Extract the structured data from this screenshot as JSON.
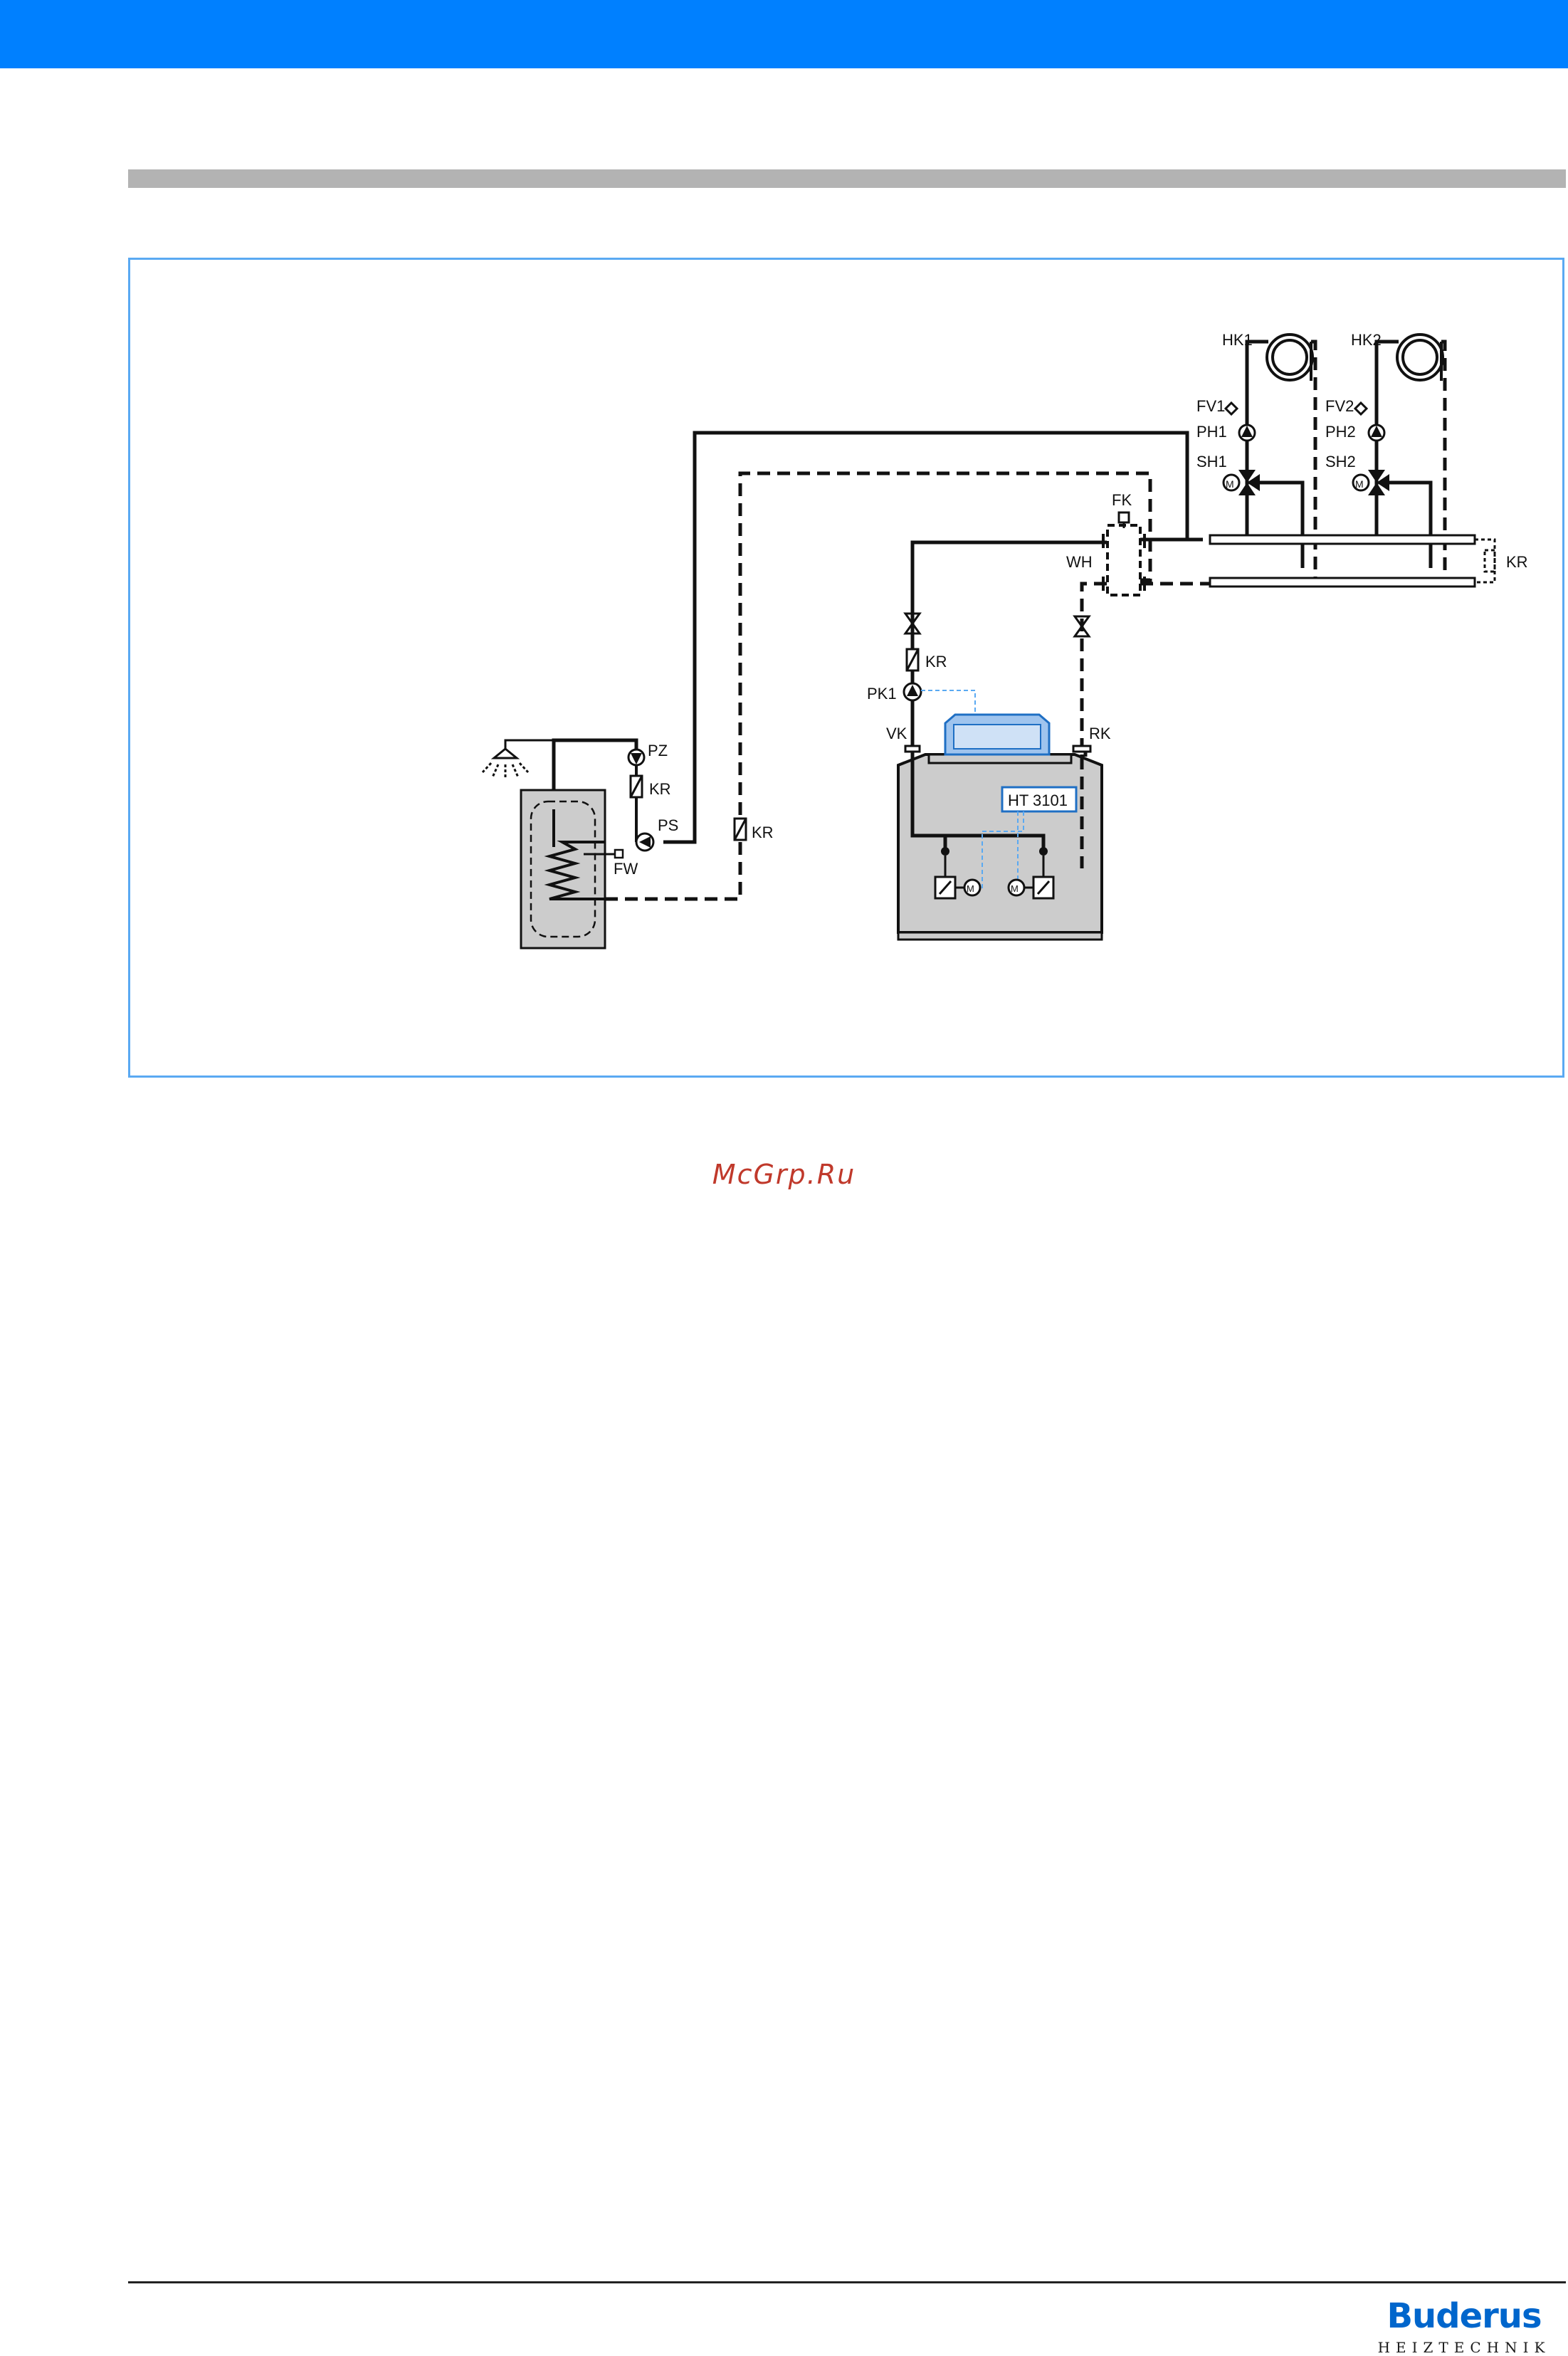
{
  "colors": {
    "header_bar": "#0080ff",
    "section_rule": "#b3b3b3",
    "frame_border": "#5aa9f2",
    "boiler_body": "#cccccc",
    "controller": "#1f6fc4",
    "brand": "#0066cc"
  },
  "diagram": {
    "labels": {
      "hk1": "HK1",
      "hk2": "HK2",
      "fv1": "FV1",
      "fv2": "FV2",
      "ph1": "PH1",
      "ph2": "PH2",
      "sh1": "SH1",
      "sh2": "SH2",
      "fk": "FK",
      "wh": "WH",
      "kr_manifold": "KR",
      "kr_boiler": "KR",
      "pk1": "PK1",
      "vk": "VK",
      "rk": "RK",
      "controller": "HT 3101",
      "pz": "PZ",
      "kr_circulation": "KR",
      "ps": "PS",
      "fw": "FW",
      "kr_storage": "KR"
    },
    "icons": [
      "shower-icon",
      "pump-icon",
      "check-valve-icon",
      "shutoff-valve-icon",
      "mixing-valve-icon",
      "motor-icon",
      "radiator-icon",
      "sensor-icon"
    ]
  },
  "watermark": "McGrp.Ru",
  "brand": {
    "name": "Buderus",
    "tagline": "HEIZTECHNIK"
  }
}
